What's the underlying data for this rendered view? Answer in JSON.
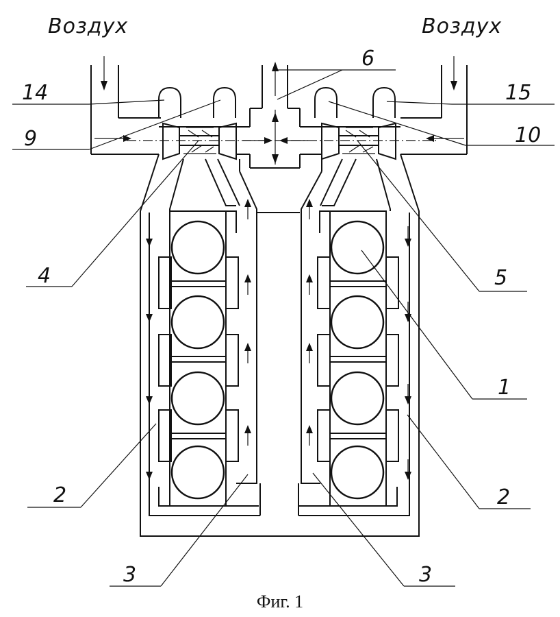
{
  "figure": {
    "air_left": "Воздух",
    "air_right": "Воздух",
    "caption": "Фиг. 1",
    "labels": {
      "l1": "1",
      "l2a": "2",
      "l2b": "2",
      "l3a": "3",
      "l3b": "3",
      "l4": "4",
      "l5": "5",
      "l6": "6",
      "l9": "9",
      "l10": "10",
      "l14": "14",
      "l15": "15"
    }
  }
}
